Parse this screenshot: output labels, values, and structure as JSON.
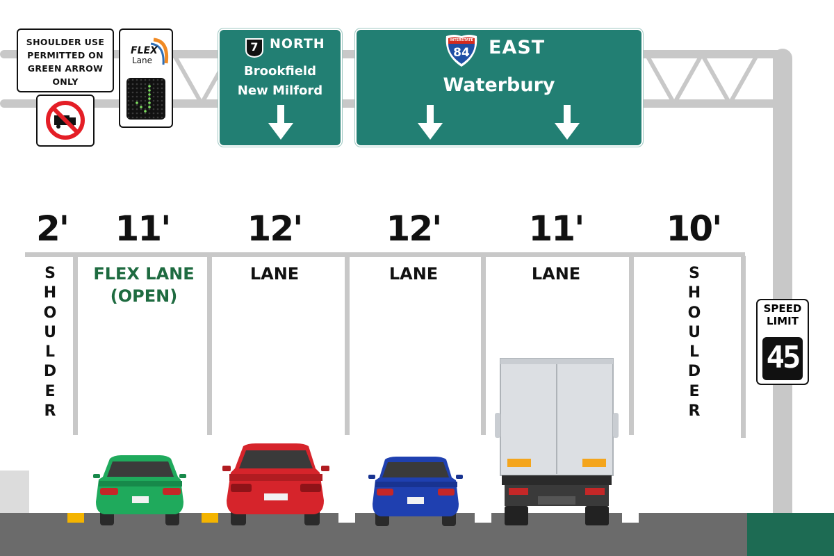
{
  "signs": {
    "shoulder_notice": [
      "SHOULDER USE",
      "PERMITTED ON",
      "GREEN ARROW",
      "ONLY"
    ],
    "flex_logo": {
      "line1": "FLEX",
      "line2": "Lane"
    },
    "route7": {
      "shield": "7",
      "direction": "NORTH",
      "destinations": [
        "Brookfield",
        "New Milford"
      ]
    },
    "interstate84": {
      "shield_top": "INTERSTATE",
      "shield_number": "84",
      "direction": "EAST",
      "destination": "Waterbury"
    },
    "speed_limit": {
      "label_line1": "SPEED",
      "label_line2": "LIMIT",
      "value": "45"
    }
  },
  "lanes": [
    {
      "width": "2'",
      "label": "SHOULDER"
    },
    {
      "width": "11'",
      "label": "FLEX LANE\n(OPEN)"
    },
    {
      "width": "12'",
      "label": "LANE"
    },
    {
      "width": "12'",
      "label": "LANE"
    },
    {
      "width": "11'",
      "label": "LANE"
    },
    {
      "width": "10'",
      "label": "SHOULDER"
    }
  ],
  "colors": {
    "guide_sign_green": "#227f73",
    "flex_lane_text": "#1e6b40",
    "gantry_gray": "#c8c8c8",
    "road_gray": "#6b6b6b",
    "car_green": "#1faa5c",
    "car_red": "#d6242b",
    "car_blue": "#1f40b0",
    "prohibit_red": "#e41e26",
    "flex_arrow_green": "#7ee05f"
  },
  "icons": [
    "no-truck-icon",
    "flex-lane-logo-icon",
    "green-down-arrow-signal-icon",
    "route-7-shield-icon",
    "interstate-84-shield-icon",
    "down-arrow-icon",
    "speed-digits-icon",
    "green-car-icon",
    "red-car-icon",
    "blue-car-icon",
    "box-truck-icon"
  ]
}
